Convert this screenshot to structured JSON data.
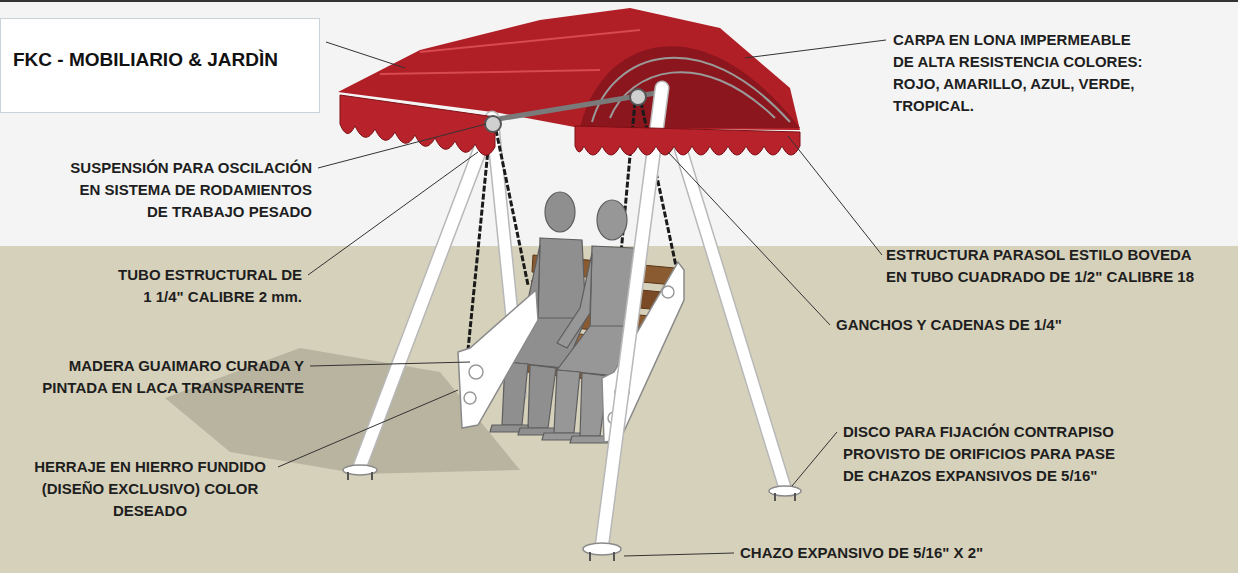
{
  "diagram": {
    "nodes": [
      {
        "text": [
          "FKC - MOBILIARIO & JARDÌN"
        ]
      }
    ],
    "labels": [
      "CARPA EN LONA IMPERMEABLE DE ALTA RESISTENCIA COLORES: ROJO, AMARILLO, AZUL, VERDE, TROPICAL.",
      "SUSPENSIÓN PARA OSCILACIÓN EN SISTEMA DE RODAMIENTOS DE TRABAJO PESADO",
      "ESTRUCTURA PARASOL ESTILO BOVEDA EN TUBO CUADRADO DE 1/2\" CALIBRE 18",
      "TUBO ESTRUCTURAL DE 1 1/4\" CALIBRE 2 mm.",
      "GANCHOS Y CADENAS DE 1/4\"",
      "MADERA GUAIMARO CURADA Y PINTADA EN LACA TRANSPARENTE",
      "DISCO PARA FIJACIÓN CONTRAPISO PROVISTO DE ORIFICIOS PARA PASE DE CHAZOS EXPANSIVOS DE 5/16\"",
      "HERRAJE EN HIERRO FUNDIDO (DISEÑO EXCLUSIVO) COLOR DESEADO",
      "CHAZO EXPANSIVO DE 5/16\" X 2\""
    ]
  }
}
